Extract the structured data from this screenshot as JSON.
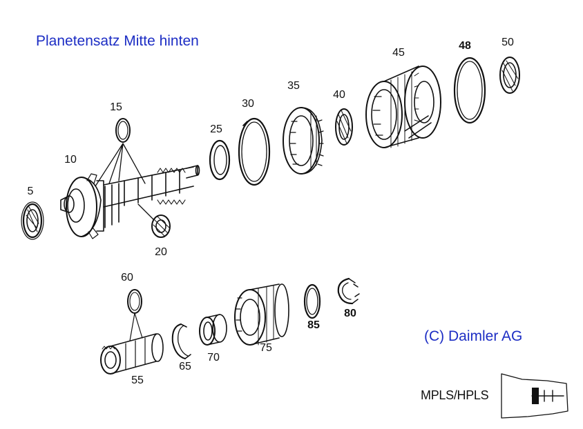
{
  "title": "Planetensatz Mitte hinten",
  "copyright": "(C) Daimler AG",
  "variant_label": "MPLS/HPLS",
  "part_numbers": [
    {
      "id": "5",
      "text": "5",
      "bold": false
    },
    {
      "id": "10",
      "text": "10",
      "bold": false
    },
    {
      "id": "15",
      "text": "15",
      "bold": false
    },
    {
      "id": "20",
      "text": "20",
      "bold": false
    },
    {
      "id": "25",
      "text": "25",
      "bold": false
    },
    {
      "id": "30",
      "text": "30",
      "bold": false
    },
    {
      "id": "35",
      "text": "35",
      "bold": false
    },
    {
      "id": "40",
      "text": "40",
      "bold": false
    },
    {
      "id": "45",
      "text": "45",
      "bold": false
    },
    {
      "id": "48",
      "text": "48",
      "bold": true
    },
    {
      "id": "50",
      "text": "50",
      "bold": false
    },
    {
      "id": "55",
      "text": "55",
      "bold": false
    },
    {
      "id": "60",
      "text": "60",
      "bold": false
    },
    {
      "id": "65",
      "text": "65",
      "bold": false
    },
    {
      "id": "70",
      "text": "70",
      "bold": false
    },
    {
      "id": "75",
      "text": "75",
      "bold": false
    },
    {
      "id": "80",
      "text": "80",
      "bold": true
    },
    {
      "id": "85",
      "text": "85",
      "bold": true
    }
  ]
}
